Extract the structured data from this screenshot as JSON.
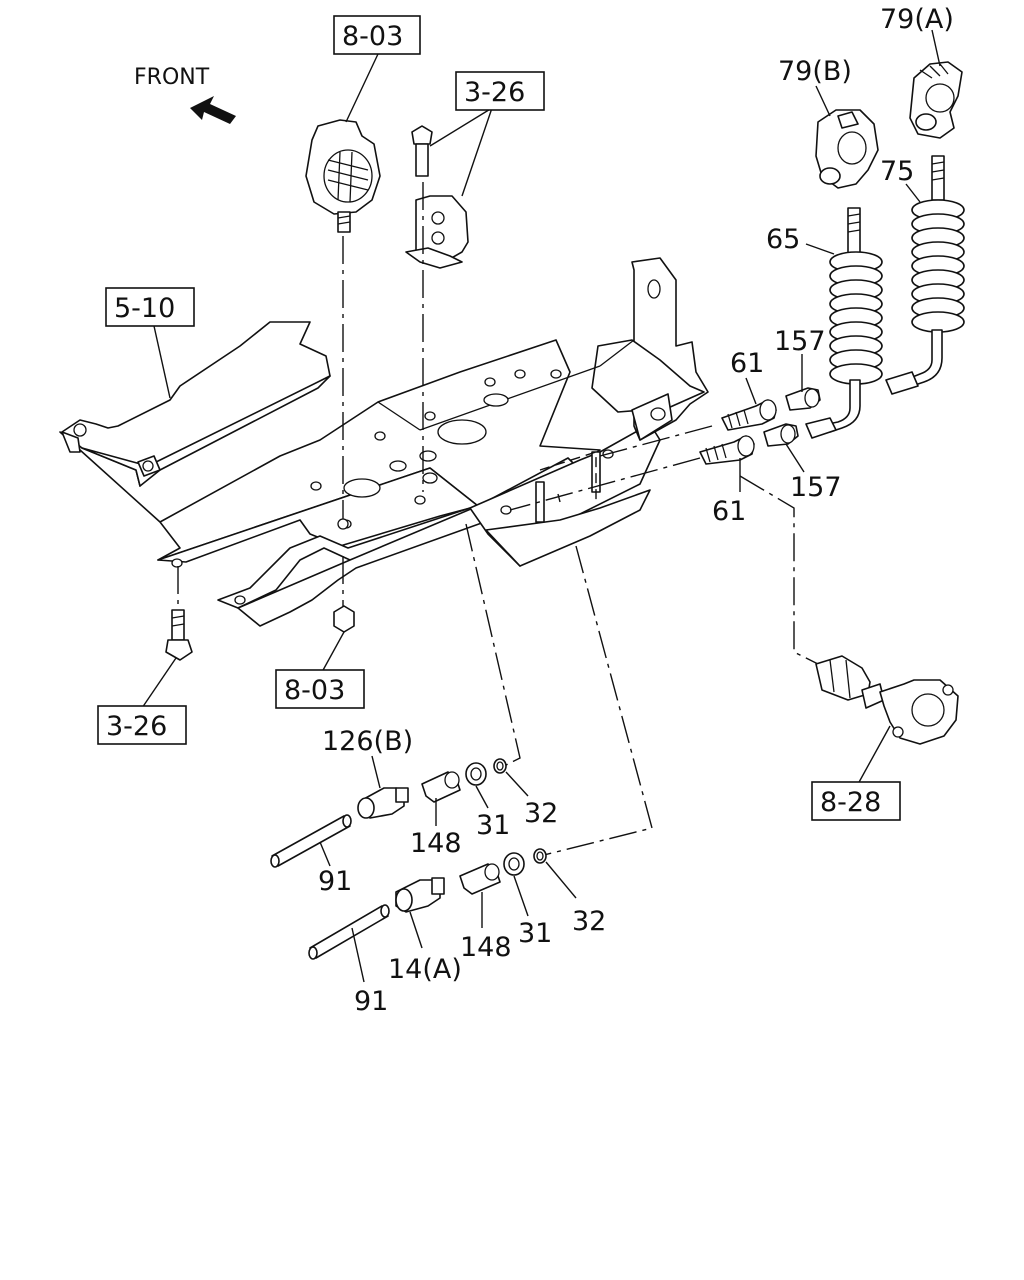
{
  "front_label": "FRONT",
  "ref_boxes": {
    "ref_8_03_top": "8-03",
    "ref_3_26_top": "3-26",
    "ref_5_10": "5-10",
    "ref_8_03_bottom": "8-03",
    "ref_3_26_bottom": "3-26",
    "ref_8_28": "8-28"
  },
  "callouts": {
    "c79a": "79(A)",
    "c79b": "79(B)",
    "c75": "75",
    "c65": "65",
    "c157_top": "157",
    "c61_top": "61",
    "c157_bottom": "157",
    "c61_bottom": "61",
    "c126b": "126(B)",
    "c148_top": "148",
    "c31_top": "31",
    "c32_top": "32",
    "c91_top": "91",
    "c14a": "14(A)",
    "c148_bottom": "148",
    "c31_bottom": "31",
    "c32_bottom": "32",
    "c91_bottom": "91"
  }
}
